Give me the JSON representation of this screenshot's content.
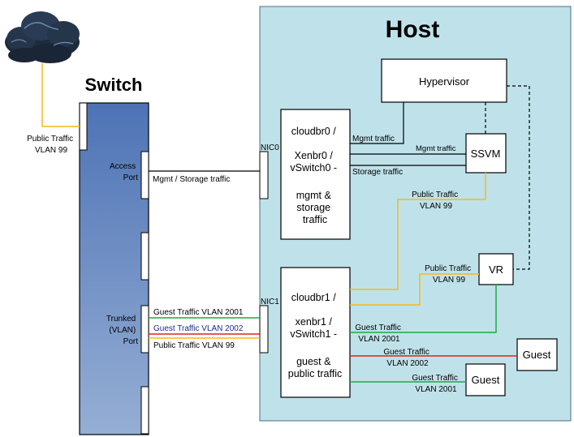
{
  "titles": {
    "host": "Host",
    "switch": "Switch"
  },
  "switch_ports": {
    "access": [
      "Access",
      "Port"
    ],
    "trunked": [
      "Trunked",
      "(VLAN)",
      "Port"
    ]
  },
  "cloud": {
    "icon": "cloud-icon",
    "label": [
      "Public Traffic",
      "VLAN 99"
    ]
  },
  "nics": {
    "nic0": "NIC0",
    "nic1": "NIC1"
  },
  "bridges": {
    "cloudbr0": [
      "cloudbr0 /",
      "",
      "Xenbr0 /",
      "vSwitch0 -",
      "",
      "mgmt &",
      "storage",
      "traffic"
    ],
    "cloudbr1": [
      "cloudbr1 /",
      "",
      "xenbr1 /",
      "vSwitch1 -",
      "",
      "guest &",
      "public traffic"
    ]
  },
  "nodes": {
    "hypervisor": "Hypervisor",
    "ssvm": "SSVM",
    "vr": "VR",
    "guest1": "Guest",
    "guest2": "Guest"
  },
  "links": {
    "mgmt_storage": "Mgmt / Storage traffic",
    "mgmt_hv": "Mgmt traffic",
    "mgmt_ssvm": "Mgmt traffic",
    "storage": "Storage traffic",
    "ssvm_public": [
      "Public Traffic",
      "VLAN 99"
    ],
    "vr_public": [
      "Public Traffic",
      "VLAN 99"
    ],
    "vr_guest": [
      "Guest Traffic",
      "VLAN 2001"
    ],
    "guest_2002": [
      "Guest Traffic",
      "VLAN 2002"
    ],
    "guest_2001": [
      "Guest Traffic",
      "VLAN 2001"
    ],
    "trunk_2001": "Guest Traffic VLAN 2001",
    "trunk_2002": "Guest Traffic VLAN 2002",
    "trunk_99": "Public Traffic VLAN 99"
  },
  "colors": {
    "host_bg": "#bfe2ea",
    "host_border": "#4a6f80",
    "switch_top": "#4e73b5",
    "switch_bottom": "#95aed4",
    "public": "#f5b81f",
    "guest_2001": "#1fa84a",
    "guest_2002": "#e0201c",
    "trunk_2002_text": "#1a2a8a"
  }
}
